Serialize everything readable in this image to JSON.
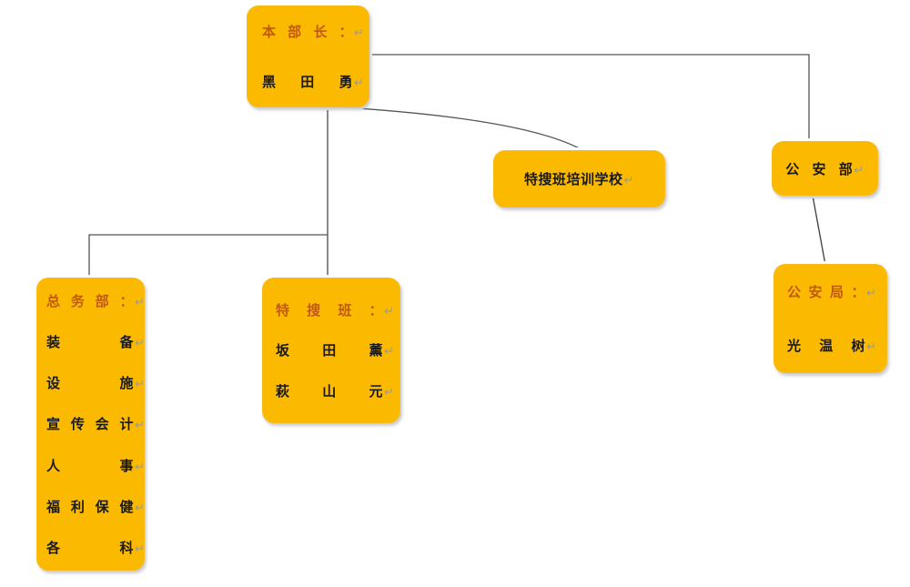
{
  "diagram": {
    "title": "organization-chart",
    "colors": {
      "node_fill": "#FBBA00",
      "title_text": "#C05A10",
      "body_text": "#1A1A1A",
      "connector": "#555555",
      "background": "#FFFFFF"
    },
    "pilcrow": "↵"
  },
  "nodes": {
    "honbucho": {
      "name": "本部长：",
      "lines": [
        {
          "text": "本部长：",
          "role": "title"
        },
        {
          "text": "黑田勇",
          "role": "member"
        }
      ]
    },
    "training": {
      "name": "特搜班培训学校",
      "lines": [
        {
          "text": "特搜班培训学校",
          "role": "member"
        }
      ]
    },
    "mps": {
      "name": "公安部",
      "lines": [
        {
          "text": "公安部",
          "role": "member"
        }
      ]
    },
    "psb": {
      "name": "公安局：",
      "lines": [
        {
          "text": "公安局：",
          "role": "title"
        },
        {
          "text": "光温树",
          "role": "member"
        }
      ]
    },
    "general": {
      "name": "总务部：",
      "lines": [
        {
          "text": "总务部：",
          "role": "title"
        },
        {
          "text": "装备",
          "role": "member"
        },
        {
          "text": "设施",
          "role": "member"
        },
        {
          "text": "宣传会计",
          "role": "member"
        },
        {
          "text": "人事",
          "role": "member"
        },
        {
          "text": "福利保健",
          "role": "member"
        },
        {
          "text": "各科",
          "role": "member"
        }
      ]
    },
    "special": {
      "name": "特搜班：",
      "lines": [
        {
          "text": "特搜班：",
          "role": "title"
        },
        {
          "text": "坂田薰",
          "role": "member"
        },
        {
          "text": "萩山元",
          "role": "member"
        }
      ]
    }
  },
  "connectors": [
    {
      "name": "honbucho-to-mps",
      "from": "honbucho",
      "to": "mps",
      "style": "elbow"
    },
    {
      "name": "honbucho-to-training",
      "from": "honbucho",
      "to": "training",
      "style": "curve"
    },
    {
      "name": "honbucho-to-special",
      "from": "honbucho",
      "to": "special",
      "style": "straight"
    },
    {
      "name": "honbucho-to-general",
      "from": "honbucho",
      "to": "general",
      "style": "elbow"
    },
    {
      "name": "mps-to-psb",
      "from": "mps",
      "to": "psb",
      "style": "diagonal"
    }
  ]
}
